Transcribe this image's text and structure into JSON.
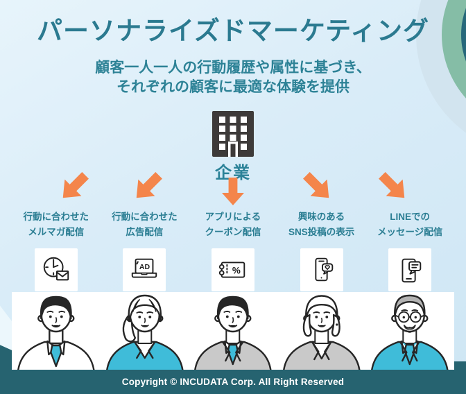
{
  "title": "パーソナライズドマーケティング",
  "subtitle": {
    "line1": "顧客一人一人の行動履歴や属性に基づき、",
    "line2": "それぞれの顧客に最適な体験を提供"
  },
  "company": {
    "label": "企業",
    "icon": "office-building-icon"
  },
  "channels": [
    {
      "line1": "行動に合わせた",
      "line2": "メルマガ配信",
      "icon": "clock-email-icon",
      "arrow": "down-left"
    },
    {
      "line1": "行動に合わせた",
      "line2": "広告配信",
      "icon": "laptop-ad-icon",
      "icon_text": "AD",
      "arrow": "down-left"
    },
    {
      "line1": "アプリによる",
      "line2": "クーポン配信",
      "icon": "coupon-percent-icon",
      "icon_text": "%",
      "arrow": "down"
    },
    {
      "line1": "興味のある",
      "line2": "SNS投稿の表示",
      "icon": "phone-heart-icon",
      "arrow": "down-right"
    },
    {
      "line1": "LINEでの",
      "line2": "メッセージ配信",
      "icon": "phone-message-icon",
      "arrow": "down-right"
    }
  ],
  "audience": [
    "young-man-white-shirt",
    "young-woman-cyan-jacket",
    "man-gray-suit",
    "woman-bob-gray-jacket",
    "senior-man-glasses-cyan-jacket"
  ],
  "footer": {
    "copyright": "Copyright © INCUDATA Corp. All Right Reserved"
  },
  "colors": {
    "teal_text": "#2b7e93",
    "footer_teal": "#266370",
    "arrow_orange": "#f4854b",
    "clothing_cyan": "#3fbcd9",
    "suit_gray": "#c9c9c9",
    "building_gray": "#3d3a39",
    "background_blue": "#d9ecf8",
    "circle_sage": "#85bda6",
    "circle_deep_teal": "#27687b"
  }
}
